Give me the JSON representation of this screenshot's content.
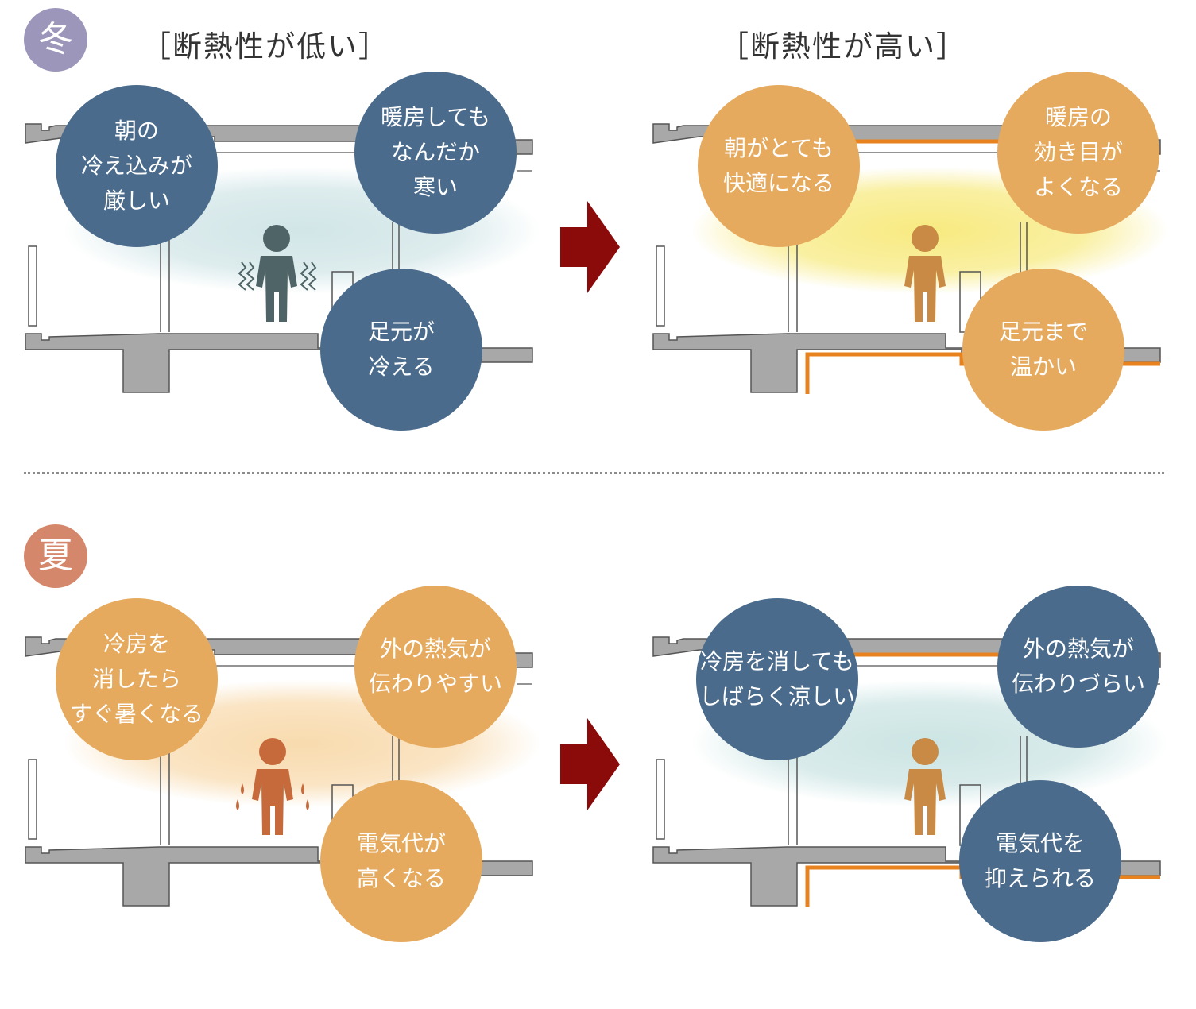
{
  "winter": {
    "label": "冬",
    "color": "#9b96ba",
    "header_low": "［断熱性が低い］",
    "header_high": "［断熱性が高い］",
    "low": {
      "bubbles": [
        {
          "lines": [
            "朝の",
            "冷え込みが",
            "厳しい"
          ]
        },
        {
          "lines": [
            "暖房しても",
            "なんだか",
            "寒い"
          ]
        },
        {
          "lines": [
            "足元が",
            "冷える"
          ]
        }
      ]
    },
    "high": {
      "bubbles": [
        {
          "lines": [
            "朝がとても",
            "快適になる"
          ]
        },
        {
          "lines": [
            "暖房の",
            "効き目が",
            "よくなる"
          ]
        },
        {
          "lines": [
            "足元まで",
            "温かい"
          ]
        }
      ]
    }
  },
  "summer": {
    "label": "夏",
    "color": "#d4876a",
    "low": {
      "bubbles": [
        {
          "lines": [
            "冷房を",
            "消したら",
            "すぐ暑くなる"
          ]
        },
        {
          "lines": [
            "外の熱気が",
            "伝わりやすい"
          ]
        },
        {
          "lines": [
            "電気代が",
            "高くなる"
          ]
        }
      ]
    },
    "high": {
      "bubbles": [
        {
          "lines": [
            "冷房を消しても",
            "しばらく涼しい"
          ]
        },
        {
          "lines": [
            "外の熱気が",
            "伝わりづらい"
          ]
        },
        {
          "lines": [
            "電気代を",
            "抑えられる"
          ]
        }
      ]
    }
  },
  "colors": {
    "bubble_blue": "#4a6b8b",
    "bubble_orange": "#e6aa5e",
    "arrow": "#8b0a0a",
    "insulation": "#e8821e",
    "structure": "#a8a8a8"
  }
}
